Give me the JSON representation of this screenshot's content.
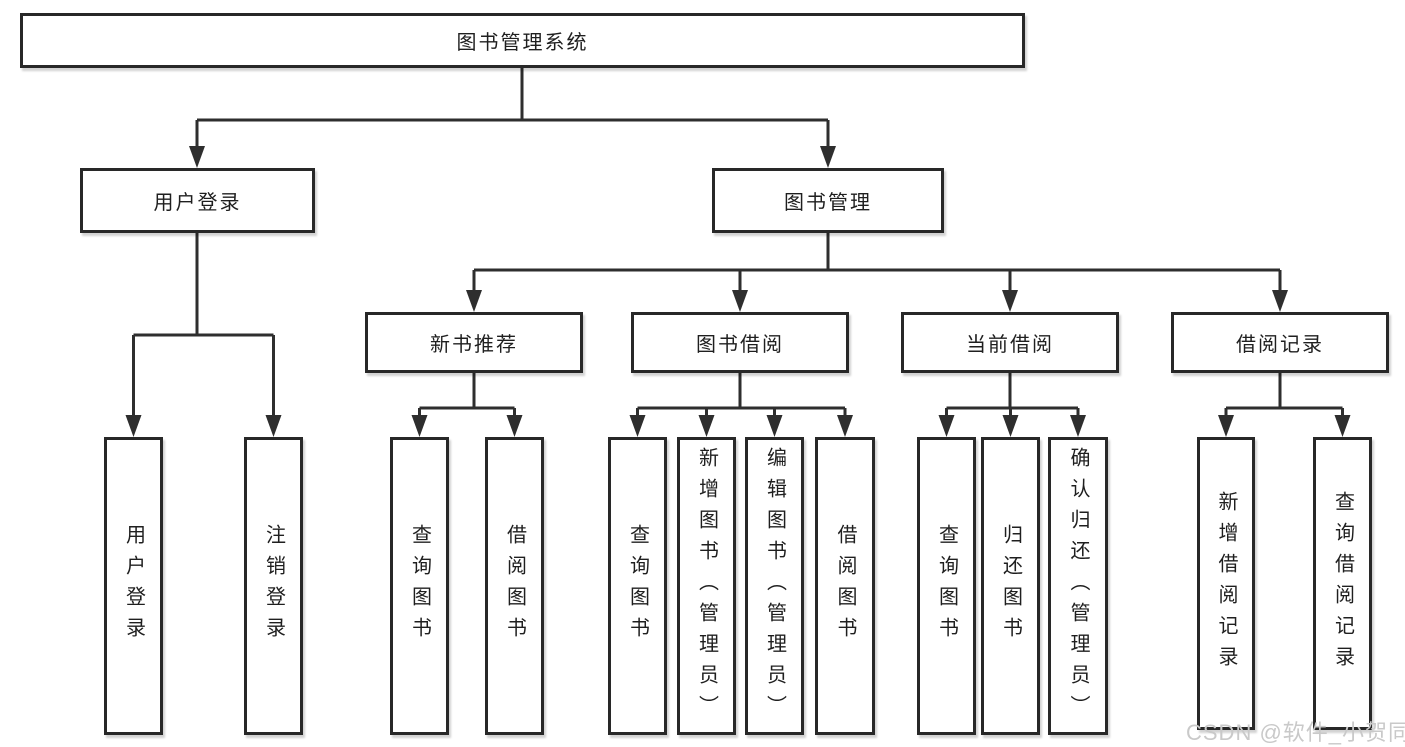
{
  "tree": {
    "root": "图书管理系统",
    "branches": [
      {
        "label": "用户登录",
        "children": [
          "用户登录",
          "注销登录"
        ]
      },
      {
        "label": "图书管理",
        "children": [
          {
            "label": "新书推荐",
            "children": [
              "查询图书",
              "借阅图书"
            ]
          },
          {
            "label": "图书借阅",
            "children": [
              "查询图书",
              "新增图书（管理员）",
              "编辑图书（管理员）",
              "借阅图书"
            ]
          },
          {
            "label": "当前借阅",
            "children": [
              "查询图书",
              "归还图书",
              "确认归还（管理员）"
            ]
          },
          {
            "label": "借阅记录",
            "children": [
              "新增借阅记录",
              "查询借阅记录"
            ]
          }
        ]
      }
    ]
  },
  "watermark": "CSDN @软件_小贺同学",
  "colors": {
    "line": "#2e2e2e",
    "box_border": "#282828",
    "text": "#1f1f1f",
    "watermark_text": "#c9c9c9",
    "background": "#ffffff"
  }
}
